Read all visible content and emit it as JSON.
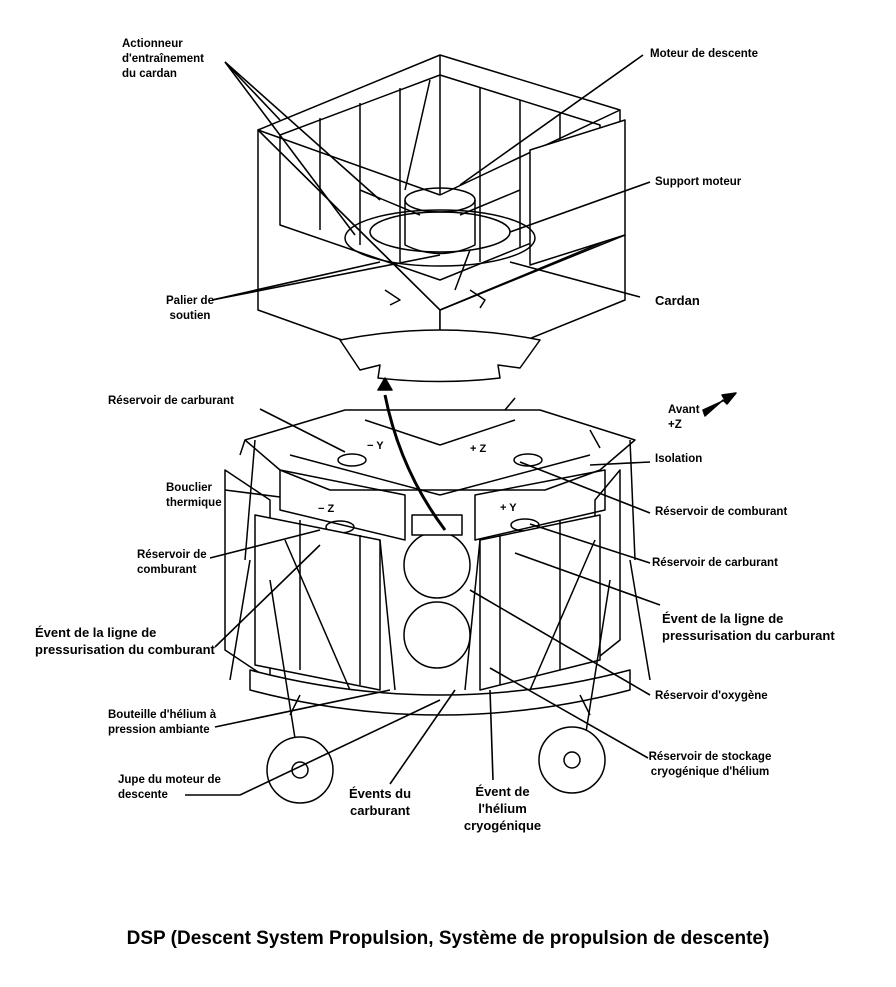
{
  "labels": {
    "gimbal_actuator": "Actionneur\nd'entraînement\ndu cardan",
    "descent_engine": "Moteur de descente",
    "engine_support": "Support moteur",
    "bearing": "Palier de\nsoutien",
    "gimbal": "Cardan",
    "fuel_tank_top": "Réservoir de carburant",
    "forward": "Avant\n+Z",
    "heat_shield": "Bouclier\nthermique",
    "insulation": "Isolation",
    "oxidizer_tank_right": "Réservoir de comburant",
    "oxidizer_tank_left": "Réservoir de\ncomburant",
    "fuel_tank_right": "Réservoir de carburant",
    "oxidizer_vent": "Évent de la ligne de\npressurisation du comburant",
    "fuel_vent": "Évent de la ligne de\npressurisation du carburant",
    "oxygen_tank": "Réservoir d'oxygène",
    "helium_bottle": "Bouteille d'hélium à\npression ambiante",
    "helium_storage": "Réservoir de stockage\ncryogénique d'hélium",
    "engine_skirt": "Jupe du moteur de\ndescente",
    "fuel_vents": "Évents du\ncarburant",
    "helium_vent": "Évent de\nl'hélium\ncryogénique"
  },
  "axes": {
    "minus_y": "− Y",
    "plus_z": "+ Z",
    "minus_z": "− Z",
    "plus_y": "+ Y"
  },
  "caption": "DSP (Descent System Propulsion, Système de propulsion de descente)"
}
